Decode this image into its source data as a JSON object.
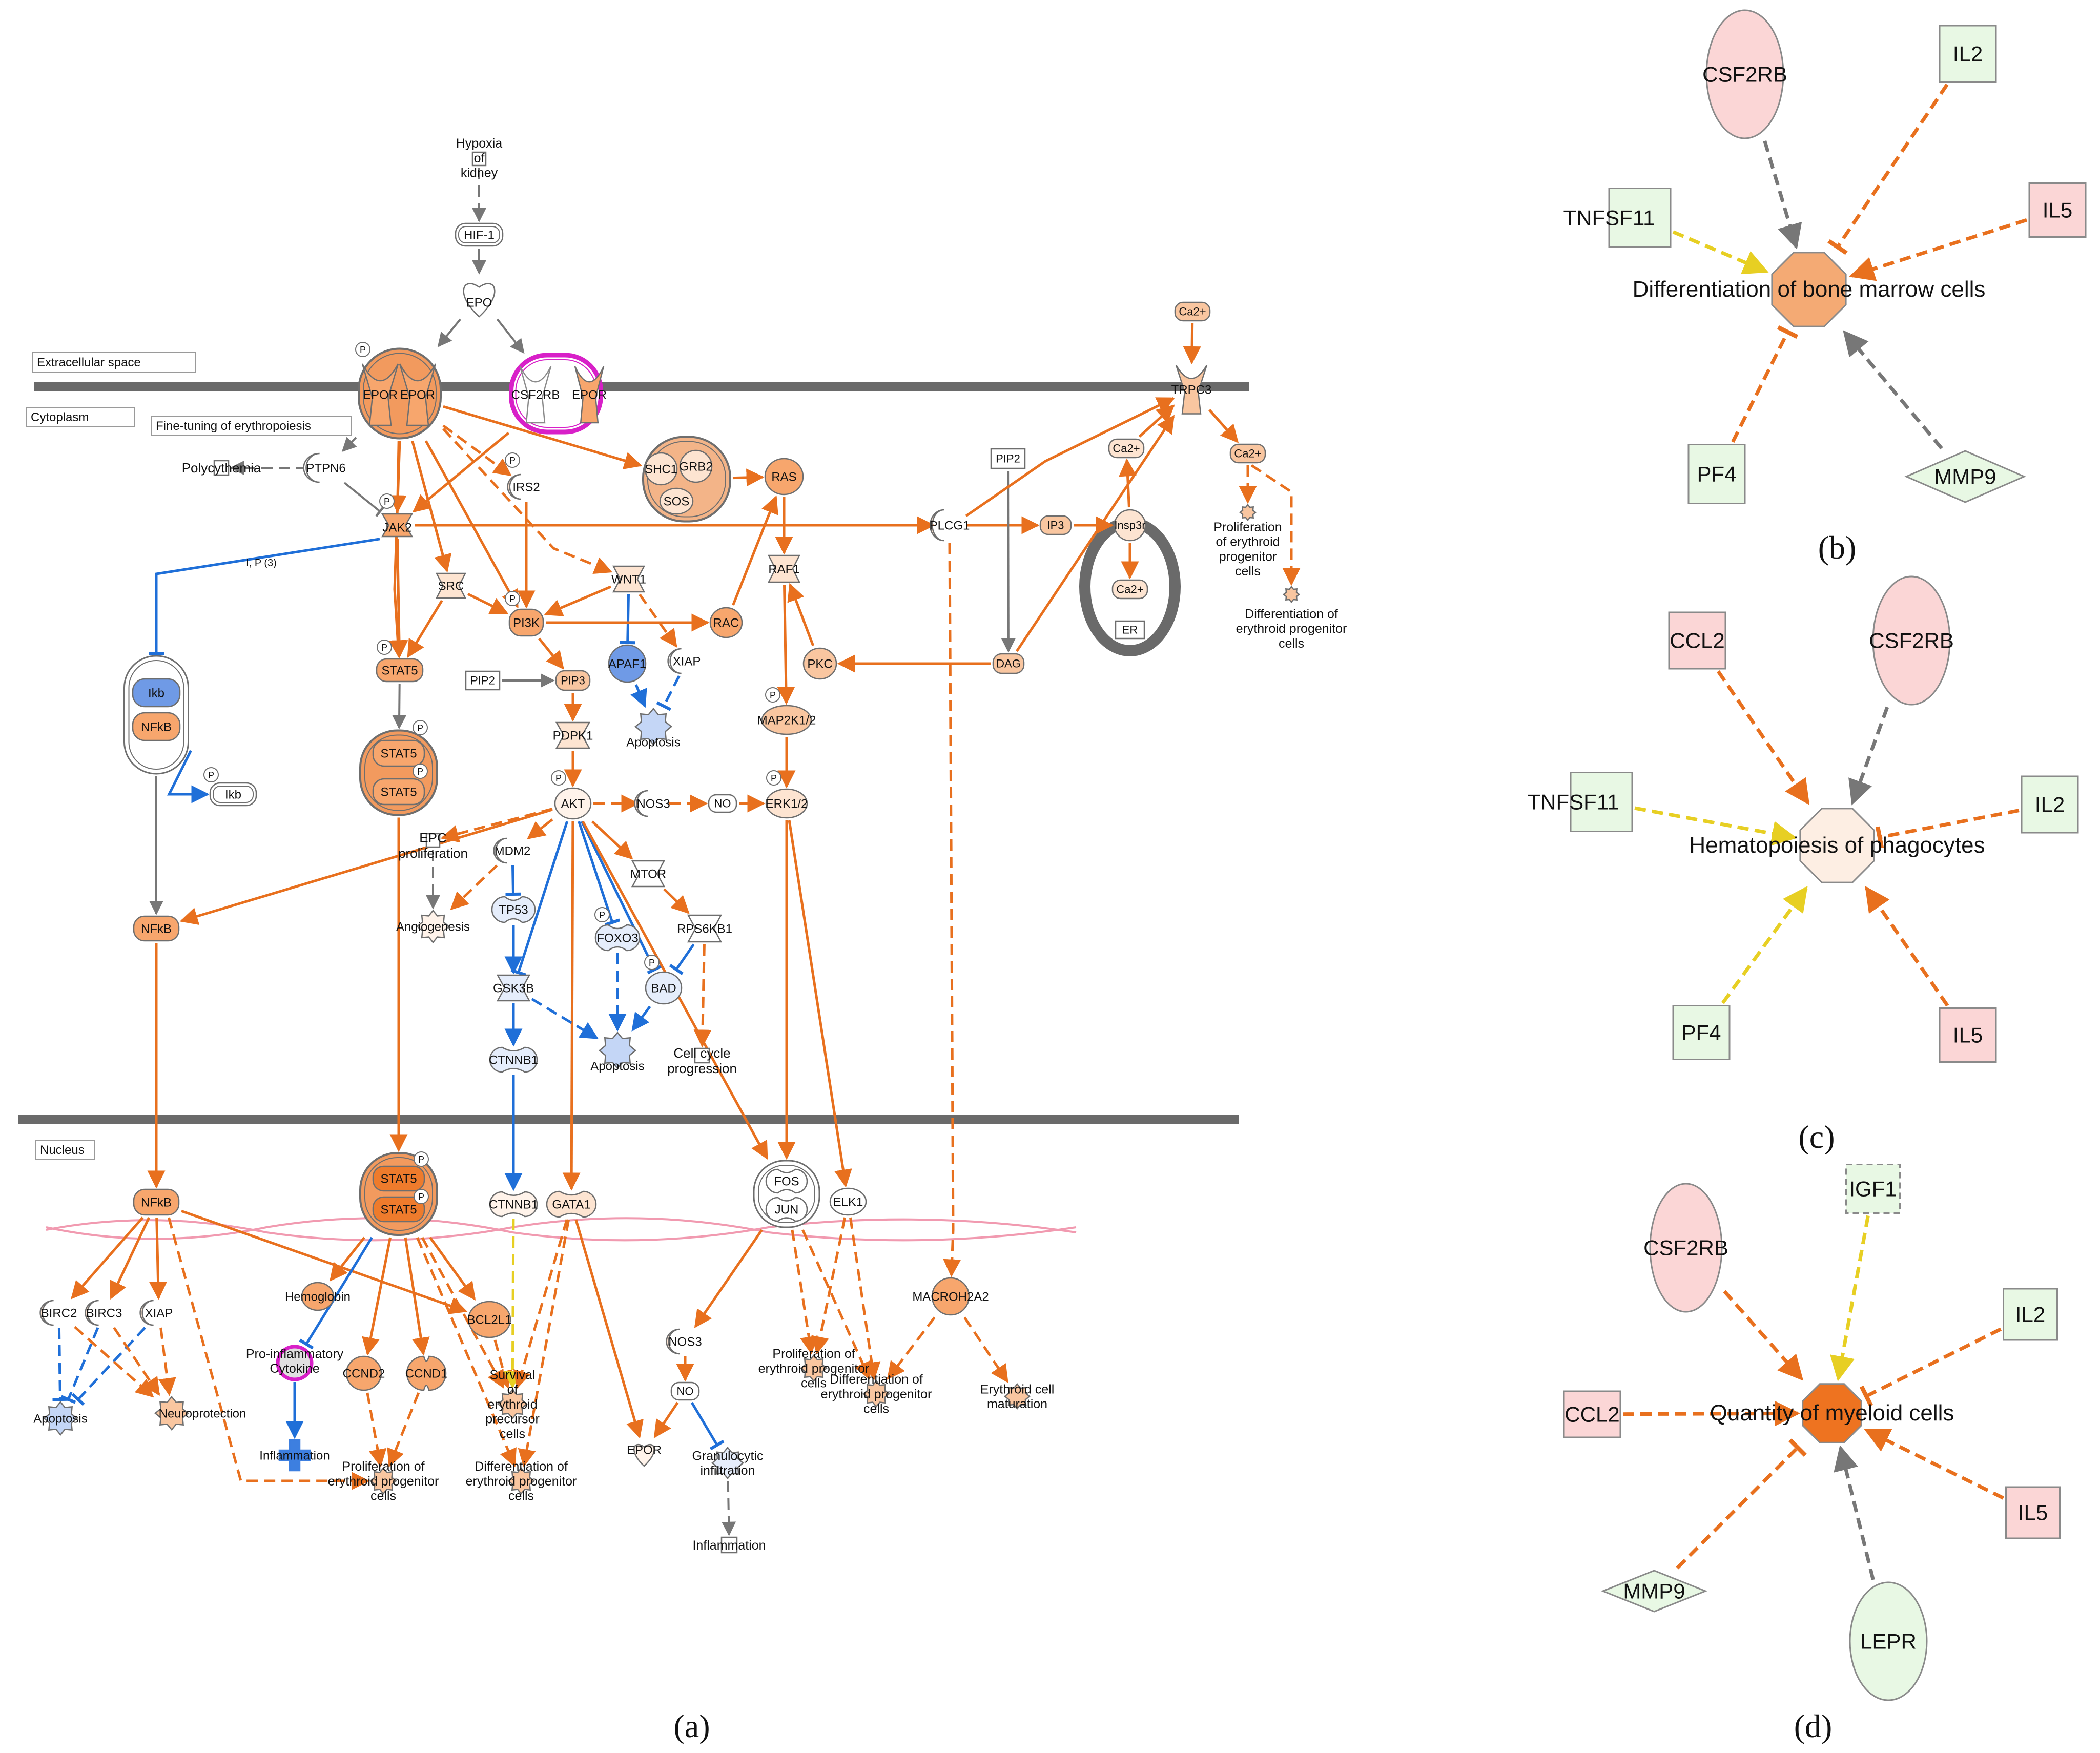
{
  "panel_labels": {
    "a": "(a)",
    "b": "(b)",
    "c": "(c)",
    "d": "(d)"
  },
  "compartments": {
    "extracellular": "Extracellular space",
    "cytoplasm": "Cytoplasm",
    "nucleus": "Nucleus",
    "finetuning": "Fine-tuning of erythropoiesis"
  },
  "phospho": "P",
  "edge_label_jak_ikb": "I, P (3)",
  "colors": {
    "activate": "#e8701e",
    "inhibit": "#1f6fd8",
    "neutral": "#777777",
    "yellow": "#e7cf23",
    "magenta": "#d820c8",
    "membrane": "#6a6a6a"
  },
  "pathway": {
    "hypoxia": "Hypoxia of kidney",
    "hif1": "HIF-1",
    "epo": "EPO",
    "epor1": "EPOR",
    "epor2": "EPOR",
    "csf2rb": "CSF2RB",
    "epor3": "EPOR",
    "trpc3": "TRPC3",
    "ca_top": "Ca2+",
    "ca_mid": "Ca2+",
    "ca_right": "Ca2+",
    "ca_er": "Ca2+",
    "er": "ER",
    "polycythemia": "Polycythemia",
    "ptpn6": "PTPN6",
    "irs2": "IRS2",
    "shc1": "SHC1",
    "grb2": "GRB2",
    "sos": "SOS",
    "ras": "RAS",
    "pip2a": "PIP2",
    "plcg1": "PLCG1",
    "ip3": "IP3",
    "insp3r": "Insp3r",
    "jak2": "JAK2",
    "src": "SRC",
    "wnt1": "WNT1",
    "raf1": "RAF1",
    "pi3k": "PI3K",
    "rac": "RAC",
    "xiap1": "XIAP",
    "apaf1": "APAF1",
    "pkc": "PKC",
    "dag": "DAG",
    "stat5a": "STAT5",
    "ikb1": "Ikb",
    "nfkb1": "NFkB",
    "pip2b": "PIP2",
    "pip3": "PIP3",
    "apoptosis1": "Apoptosis",
    "map2k": "MAP2K1/2",
    "pdpk1": "PDPK1",
    "stat5b1": "STAT5",
    "stat5b2": "STAT5",
    "ikb2": "Ikb",
    "akt": "AKT",
    "nos3a": "NOS3",
    "no1": "NO",
    "erk": "ERK1/2",
    "epc": "EPC proliferation",
    "mdm2": "MDM2",
    "mtor": "MTOR",
    "nfkb2": "NFkB",
    "angiogenesis": "Angiogenesis",
    "tp53": "TP53",
    "foxo3": "FOXO3",
    "rps6kb1": "RPS6KB1",
    "bad": "BAD",
    "gsk3b": "GSK3B",
    "apoptosis2": "Apoptosis",
    "cellcycle": "Cell cycle progression",
    "ctnnb1a": "CTNNB1",
    "nfkb3": "NFkB",
    "stat5c1": "STAT5",
    "stat5c2": "STAT5",
    "ctnnb1b": "CTNNB1",
    "gata1": "GATA1",
    "fos": "FOS",
    "jun": "JUN",
    "elk1": "ELK1",
    "hemoglobin": "Hemoglobin",
    "birc2": "BIRC2",
    "birc3": "BIRC3",
    "xiap2": "XIAP",
    "bcl2l1": "BCL2L1",
    "macroh2a2": "MACROH2A2",
    "nos3b": "NOS3",
    "proinflam": "Pro-inflammatory Cytokine",
    "ccnd2": "CCND2",
    "ccnd1": "CCND1",
    "survival": "Survival of erythroid precursor cells",
    "prolif_top": "Proliferation of erythroid progenitor cells",
    "diff_top": "Differentiation of erythroid progenitor cells",
    "prolif_mid": "Proliferation of erythroid progenitor cells",
    "diff_mid": "Differentiation of erythroid progenitor cells",
    "erymat": "Erythroid cell maturation",
    "no2": "NO",
    "apoptosis3": "Apoptosis",
    "neuroprotection": "Neuroprotection",
    "inflammation1": "Inflammation",
    "prolif_bot": "Proliferation of erythroid progenitor cells",
    "diff_bot": "Differentiation of erythroid progenitor cells",
    "epor4": "EPOR",
    "granulocytic": "Granulocytic infiltration",
    "inflammation2": "Inflammation"
  },
  "network_b": {
    "center": "Differentiation of bone marrow cells",
    "csf2rb": "CSF2RB",
    "il2": "IL2",
    "tnfsf11": "TNFSF11",
    "il5": "IL5",
    "pf4": "PF4",
    "mmp9": "MMP9"
  },
  "network_c": {
    "center": "Hematopoiesis of phagocytes",
    "ccl2": "CCL2",
    "csf2rb": "CSF2RB",
    "tnfsf11": "TNFSF11",
    "il2": "IL2",
    "pf4": "PF4",
    "il5": "IL5"
  },
  "network_d": {
    "center": "Quantity of myeloid cells",
    "csf2rb": "CSF2RB",
    "igf1": "IGF1",
    "il2": "IL2",
    "ccl2": "CCL2",
    "il5": "IL5",
    "mmp9": "MMP9",
    "lepr": "LEPR"
  }
}
